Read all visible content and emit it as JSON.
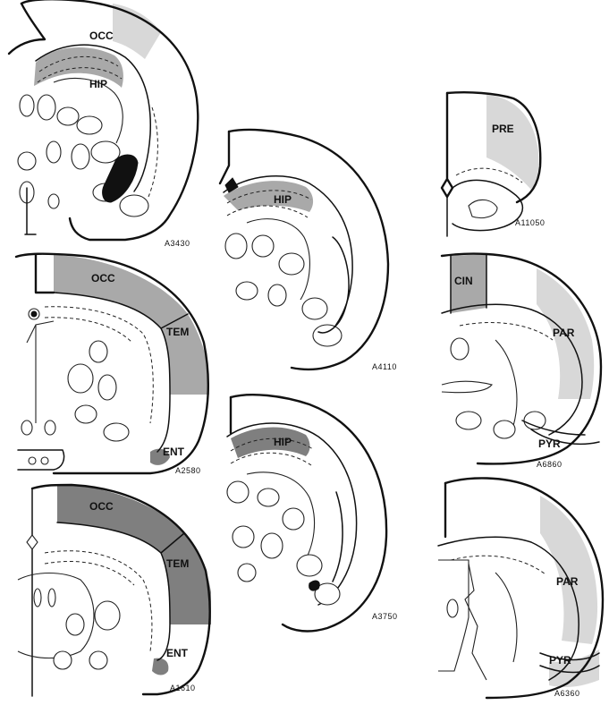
{
  "panels": [
    {
      "id": "A3430",
      "regions": [
        "OCC",
        "HIP"
      ]
    },
    {
      "id": "A2580",
      "regions": [
        "OCC",
        "TEM",
        "ENT"
      ]
    },
    {
      "id": "A1610",
      "regions": [
        "OCC",
        "TEM",
        "ENT"
      ]
    },
    {
      "id": "A4110",
      "regions": [
        "HIP"
      ]
    },
    {
      "id": "A3750",
      "regions": [
        "HIP"
      ]
    },
    {
      "id": "A11050",
      "regions": [
        "PRE"
      ]
    },
    {
      "id": "A6860",
      "regions": [
        "CIN",
        "PAR",
        "PYR"
      ]
    },
    {
      "id": "A6360",
      "regions": [
        "PAR",
        "PYR"
      ]
    }
  ],
  "colors": {
    "light_shading": "#d8d8d8",
    "medium_shading": "#a9a9a9",
    "dark_shading": "#7f7f7f",
    "outline": "#111111"
  }
}
